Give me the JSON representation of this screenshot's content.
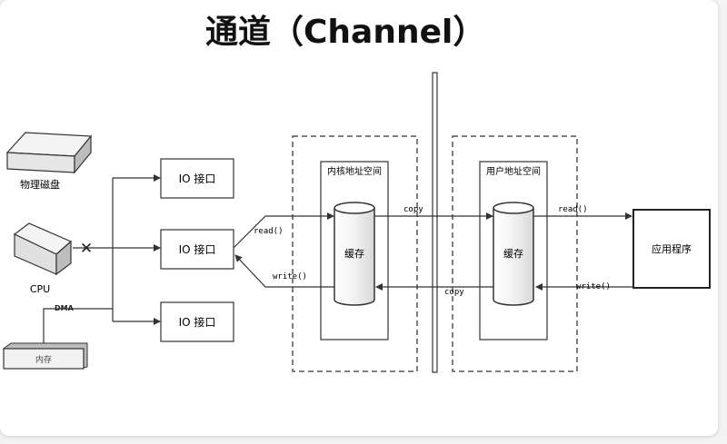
{
  "title": "通道（Channel）",
  "left": {
    "disk_label": "物理磁盘",
    "cpu_label": "CPU",
    "dma_label": "DMA",
    "memory_label": "内存",
    "io_interfaces": [
      "IO 接口",
      "IO 接口",
      "IO 接口"
    ]
  },
  "kernel": {
    "label": "内核地址空间",
    "buffer_label": "缓存"
  },
  "user": {
    "label": "用户地址空间",
    "buffer_label": "缓存"
  },
  "app": {
    "label": "应用程序"
  },
  "arrows": {
    "read_left": "read()",
    "write_left": "write()",
    "copy_top": "copy",
    "copy_bottom": "copy",
    "read_right": "read()",
    "write_right": "write()"
  },
  "colors": {
    "background": "#f3f3f3",
    "card": "#ffffff",
    "line": "#333333",
    "dash": "#555555"
  }
}
